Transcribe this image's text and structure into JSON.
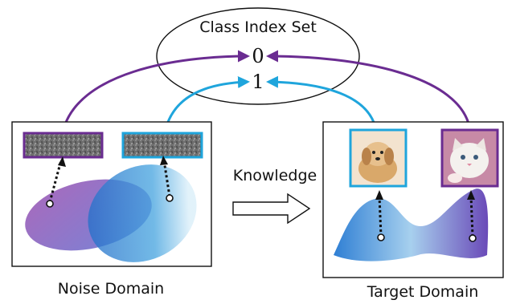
{
  "set": {
    "title": "Class Index Set",
    "indices": [
      "0",
      "1"
    ]
  },
  "noise_domain": {
    "caption": "Noise Domain"
  },
  "target_domain": {
    "caption": "Target Domain"
  },
  "transfer": {
    "label": "Knowledge"
  },
  "colors": {
    "class0": "#6a2c91",
    "class1": "#1fa5dc",
    "ellipse_purple": "#7a52b8",
    "ellipse_blue": "#1e6ec8"
  },
  "icons": {
    "sample_left": "dog-photo-icon",
    "sample_right": "cat-photo-icon"
  }
}
